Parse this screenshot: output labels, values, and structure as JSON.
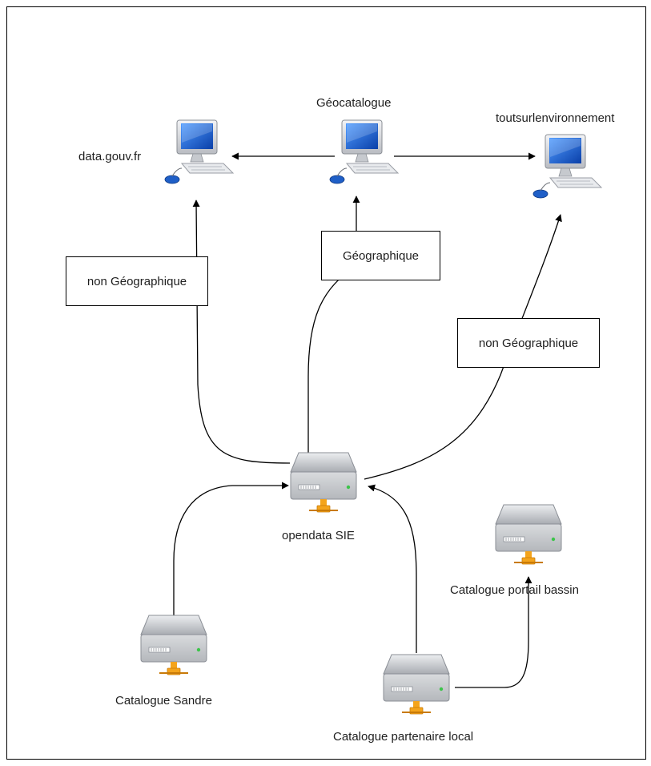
{
  "nodes": {
    "data_gouv": "data.gouv.fr",
    "geocatalogue": "Géocatalogue",
    "toutsur": "toutsurlenvironnement",
    "opendata": "opendata SIE",
    "sandre": "Catalogue Sandre",
    "partenaire": "Catalogue partenaire local",
    "bassin": "Catalogue portail bassin"
  },
  "edges": {
    "left_label": "non Géographique",
    "middle_label": "Géographique",
    "right_label": "non Géographique"
  },
  "icons": {
    "computer": "computer-icon",
    "server": "server-icon"
  },
  "colors": {
    "screen": "#1e66d8",
    "server_body": "#c8c9cc",
    "connector": "#f4a41c"
  }
}
